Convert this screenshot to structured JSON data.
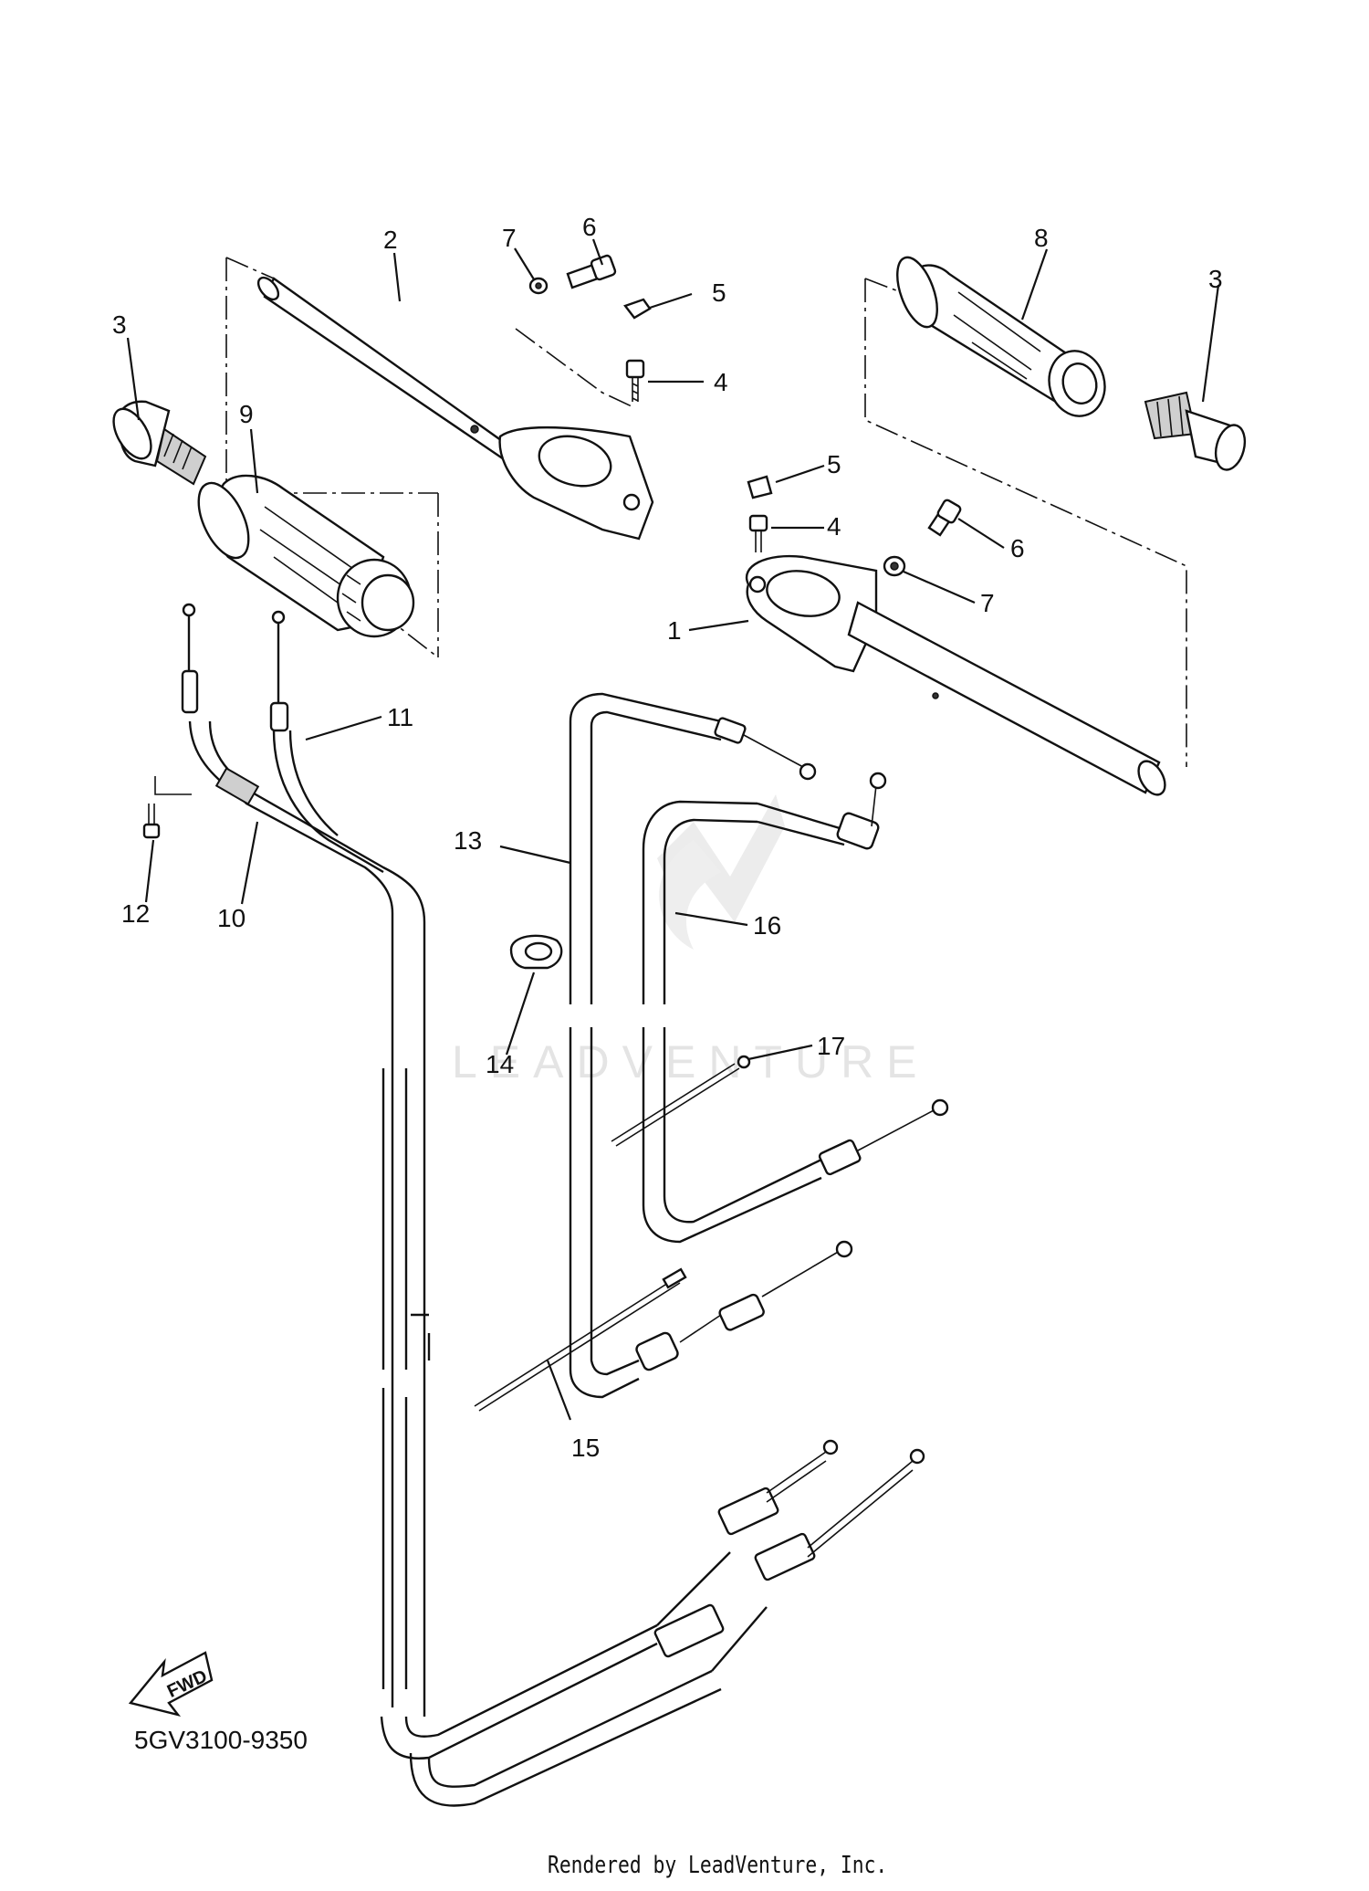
{
  "diagram": {
    "callouts": [
      {
        "id": "c1",
        "label": "1"
      },
      {
        "id": "c2",
        "label": "2"
      },
      {
        "id": "c3a",
        "label": "3"
      },
      {
        "id": "c3b",
        "label": "3"
      },
      {
        "id": "c4a",
        "label": "4"
      },
      {
        "id": "c4b",
        "label": "4"
      },
      {
        "id": "c5a",
        "label": "5"
      },
      {
        "id": "c5b",
        "label": "5"
      },
      {
        "id": "c6a",
        "label": "6"
      },
      {
        "id": "c6b",
        "label": "6"
      },
      {
        "id": "c7a",
        "label": "7"
      },
      {
        "id": "c7b",
        "label": "7"
      },
      {
        "id": "c8",
        "label": "8"
      },
      {
        "id": "c9",
        "label": "9"
      },
      {
        "id": "c10",
        "label": "10"
      },
      {
        "id": "c11",
        "label": "11"
      },
      {
        "id": "c12",
        "label": "12"
      },
      {
        "id": "c13",
        "label": "13"
      },
      {
        "id": "c14",
        "label": "14"
      },
      {
        "id": "c15",
        "label": "15"
      },
      {
        "id": "c16",
        "label": "16"
      },
      {
        "id": "c17",
        "label": "17"
      }
    ],
    "fwd_label": "FWD",
    "watermark": "LEADVENTURE",
    "reference_code": "5GV3100-9350",
    "credit": "Rendered by LeadVenture, Inc."
  }
}
